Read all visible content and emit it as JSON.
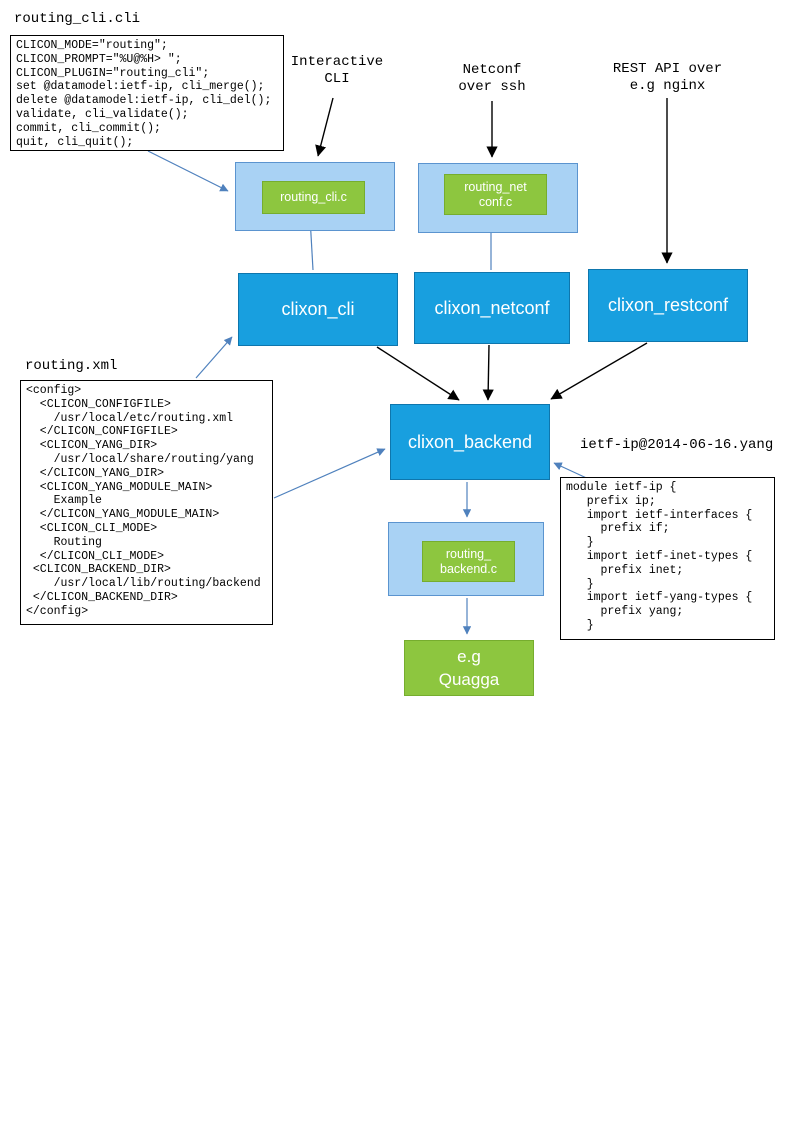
{
  "labels": {
    "routing_cli_file": "routing_cli.cli",
    "interactive_cli": "Interactive\nCLI",
    "netconf_ssh": "Netconf\nover ssh",
    "rest_api": "REST API over\ne.g nginx",
    "routing_xml_file": "routing.xml",
    "yang_file": "ietf-ip@2014-06-16.yang"
  },
  "nodes": {
    "routing_cli_c": "routing_cli.c",
    "routing_netconf_c": "routing_net\nconf.c",
    "clixon_cli": "clixon_cli",
    "clixon_netconf": "clixon_netconf",
    "clixon_restconf": "clixon_restconf",
    "clixon_backend": "clixon_backend",
    "routing_backend_c": "routing_\nbackend.c",
    "quagga": "e.g\nQuagga"
  },
  "code": {
    "routing_cli": "CLICON_MODE=\"routing\";\nCLICON_PROMPT=\"%U@%H> \";\nCLICON_PLUGIN=\"routing_cli\";\nset @datamodel:ietf-ip, cli_merge();\ndelete @datamodel:ietf-ip, cli_del();\nvalidate, cli_validate();\ncommit, cli_commit();\nquit, cli_quit();",
    "routing_xml": "<config>\n  <CLICON_CONFIGFILE>\n    /usr/local/etc/routing.xml\n  </CLICON_CONFIGFILE>\n  <CLICON_YANG_DIR>\n    /usr/local/share/routing/yang\n  </CLICON_YANG_DIR>\n  <CLICON_YANG_MODULE_MAIN>\n    Example\n  </CLICON_YANG_MODULE_MAIN>\n  <CLICON_CLI_MODE>\n    Routing\n  </CLICON_CLI_MODE>\n <CLICON_BACKEND_DIR>\n    /usr/local/lib/routing/backend\n </CLICON_BACKEND_DIR>\n</config>",
    "yang": "module ietf-ip {\n   prefix ip;\n   import ietf-interfaces {\n     prefix if;\n   }\n   import ietf-inet-types {\n     prefix inet;\n   }\n   import ietf-yang-types {\n     prefix yang;\n   }"
  },
  "colors": {
    "node_blue": "#189fdf",
    "node_blue_border": "#0e76ad",
    "light_blue": "#a9d2f4",
    "light_blue_border": "#5b94cf",
    "green": "#8dc63f",
    "green_border": "#76ad2e",
    "arrow_blue": "#4f81bd",
    "arrow_black": "#000000"
  }
}
